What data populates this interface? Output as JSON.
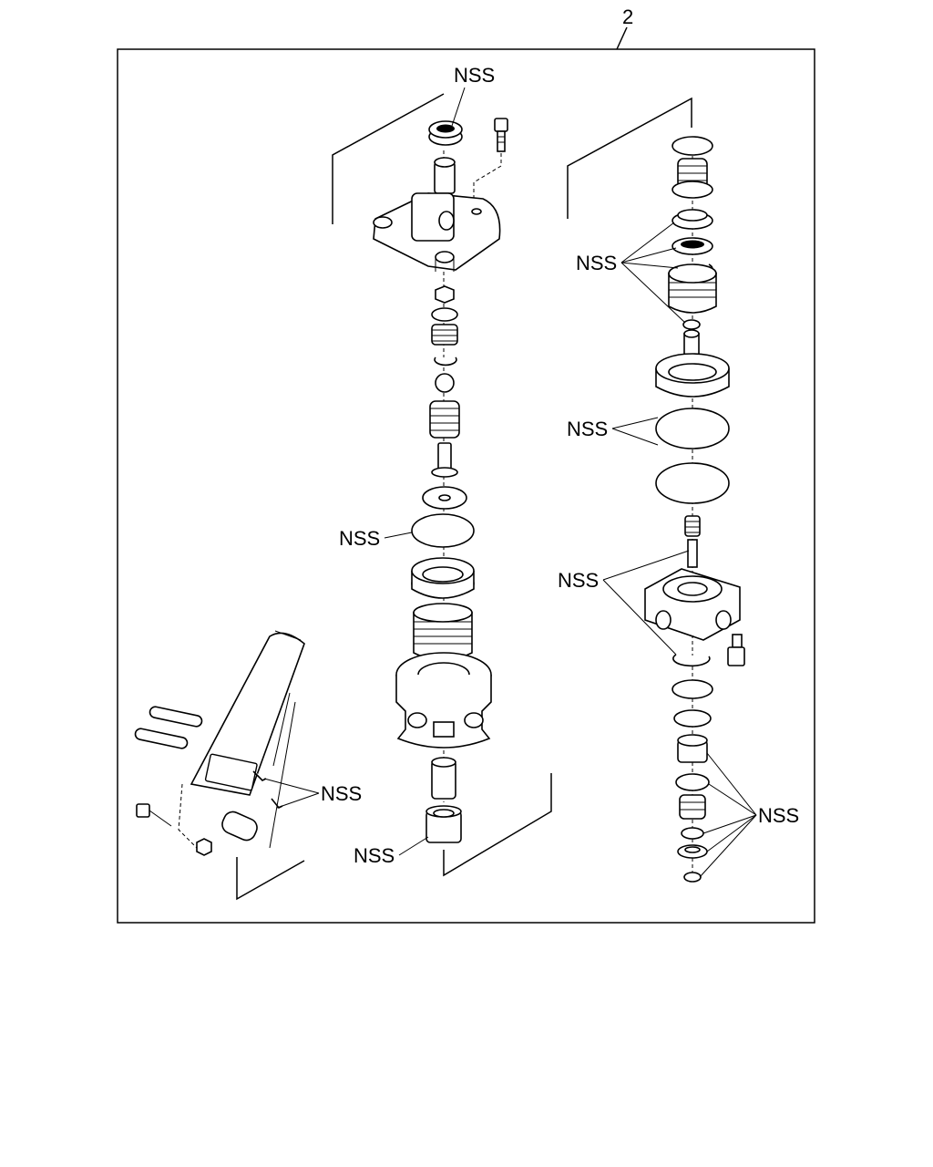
{
  "diagram": {
    "item_number": "2",
    "labels": {
      "nss_top": "NSS",
      "nss_right_upper": "NSS",
      "nss_right_middle": "NSS",
      "nss_oring_left": "NSS",
      "nss_right_lower": "NSS",
      "nss_pedal": "NSS",
      "nss_bottom_bushing": "NSS",
      "nss_right_bottom": "NSS"
    }
  }
}
